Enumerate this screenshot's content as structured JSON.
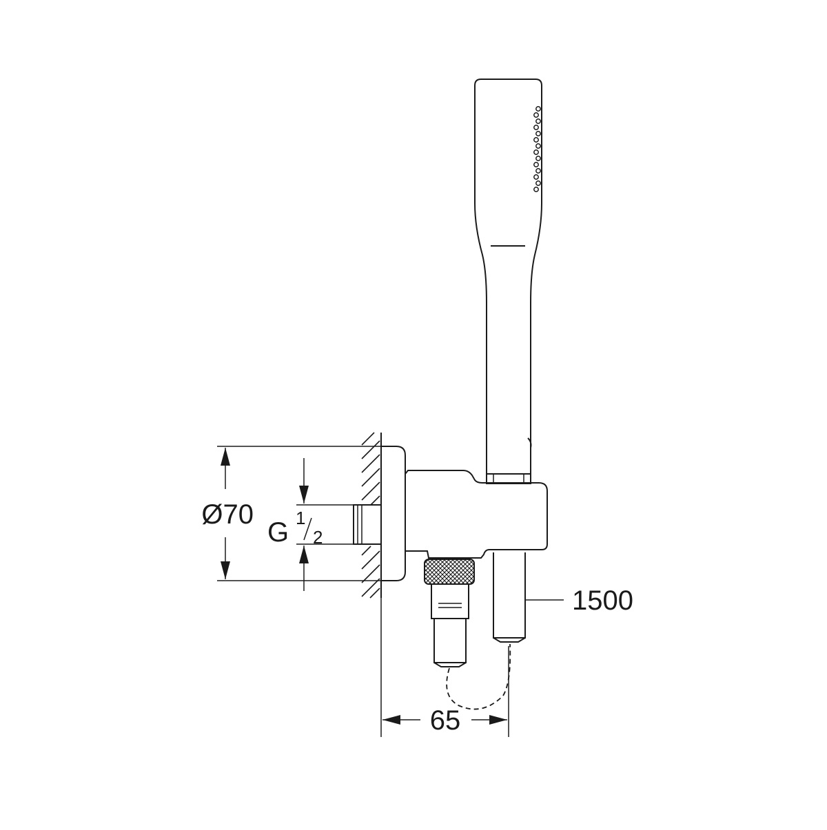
{
  "dimensions": {
    "flange_diameter": "Ø70",
    "thread_prefix": "G",
    "thread_numerator": "1",
    "thread_denominator": "2",
    "hose_length": "1500",
    "projection": "65"
  },
  "colors": {
    "line": "#1a1a1a",
    "background": "#ffffff"
  }
}
